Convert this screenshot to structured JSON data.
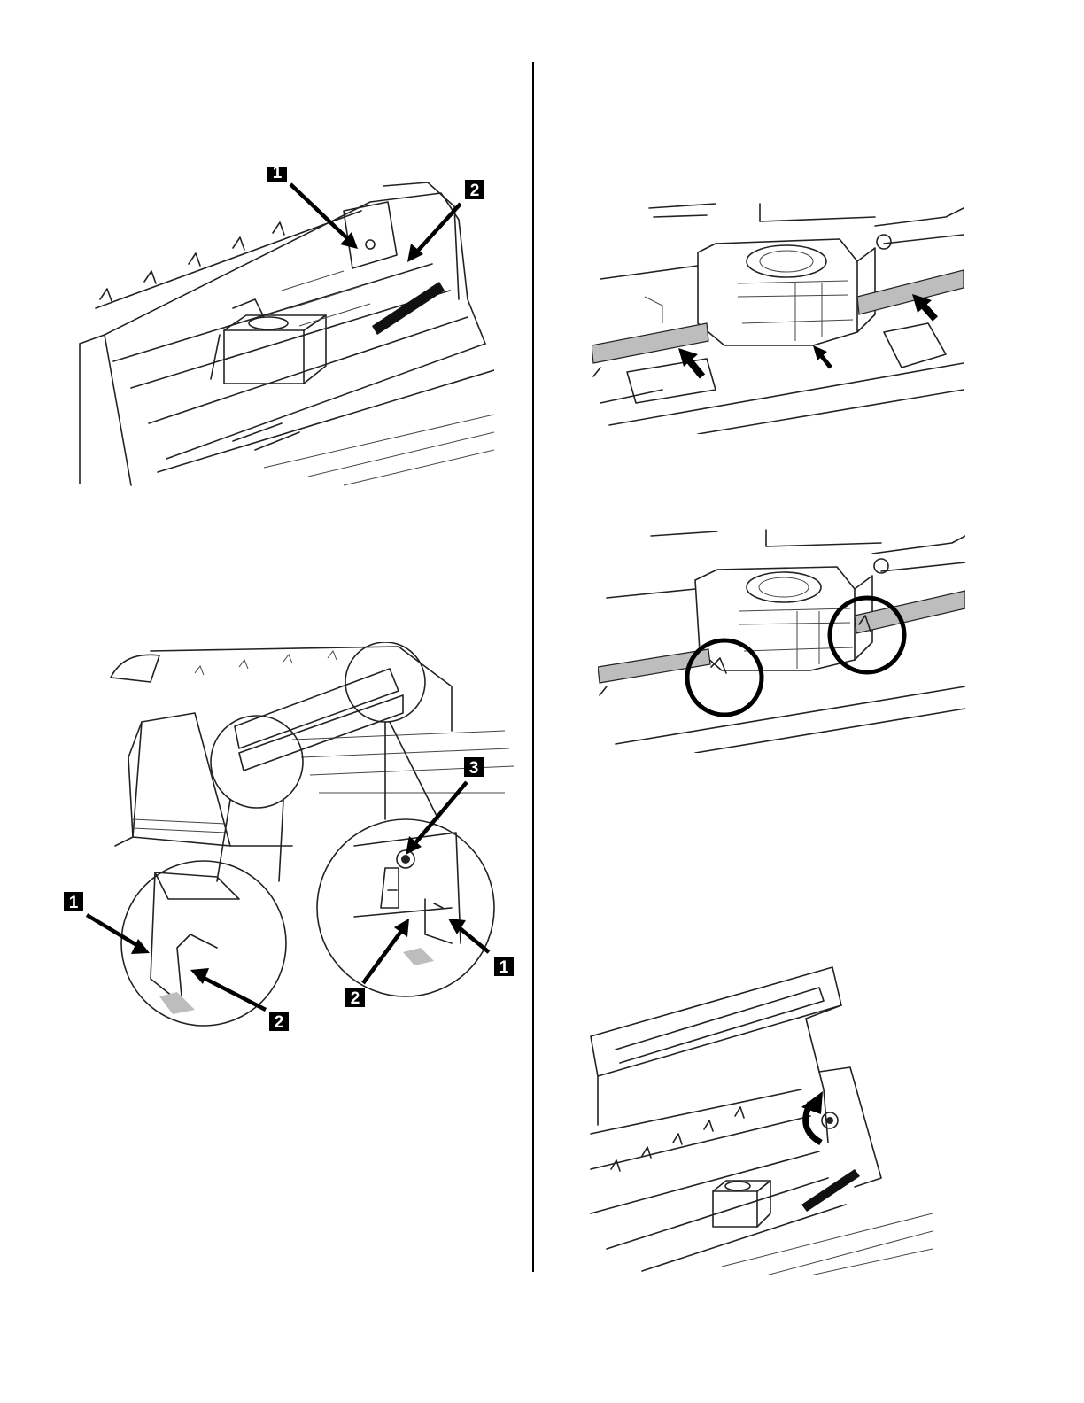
{
  "figures": {
    "fig1": {
      "callouts": [
        "1",
        "2"
      ]
    },
    "fig2": {
      "callouts": [
        "3",
        "1",
        "2",
        "1",
        "2"
      ]
    },
    "fig3": {},
    "fig4": {},
    "fig5": {}
  },
  "colors": {
    "ink": "#000000",
    "paper": "#ffffff",
    "gray_band": "#bdbdbd"
  }
}
